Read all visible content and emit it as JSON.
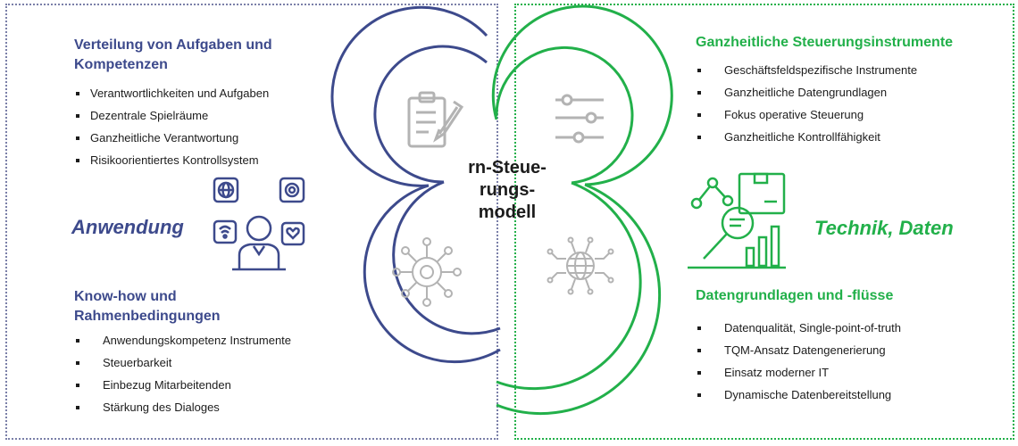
{
  "left": {
    "section1": {
      "title_line1": "Verteilung von Aufgaben und",
      "title_line2": "Kompetenzen",
      "items": [
        "Verantwortlichkeiten und Aufgaben",
        "Dezentrale Spielräume",
        "Ganzheitliche Verantwortung",
        "Risikoorientiertes Kontrollsystem"
      ]
    },
    "label": "Anwendung",
    "section2": {
      "title_line1": "Know-how und",
      "title_line2": "Rahmenbedingungen",
      "items": [
        "Anwendungskompetenz Instrumente",
        "Steuerbarkeit",
        "Einbezug Mitarbeitenden",
        "Stärkung des Dialoges"
      ]
    }
  },
  "center": {
    "line1": "rn-Steue-",
    "line2": "rungs-",
    "line3": "modell"
  },
  "right": {
    "section1": {
      "title": "Ganzheitliche Steuerungsinstrumente",
      "items": [
        "Geschäftsfeldspezifische Instrumente",
        "Ganzheitliche Datengrundlagen",
        "Fokus operative Steuerung",
        "Ganzheitliche Kontrollfähigkeit"
      ]
    },
    "label": "Technik, Daten",
    "section2": {
      "title": "Datengrundlagen und -flüsse",
      "items": [
        "Datenqualität, Single-point-of-truth",
        "TQM-Ansatz Datengenerierung",
        "Einsatz moderner IT",
        "Dynamische Datenbereitstellung"
      ]
    }
  },
  "colors": {
    "blue": "#3d4a8c",
    "green": "#22b04a",
    "icon_gray": "#b3b3b3"
  },
  "icons": [
    "clipboard-pen-icon",
    "sliders-icon",
    "network-gear-icon",
    "globe-circuit-icon",
    "person-with-icons",
    "data-analysis-icon"
  ]
}
